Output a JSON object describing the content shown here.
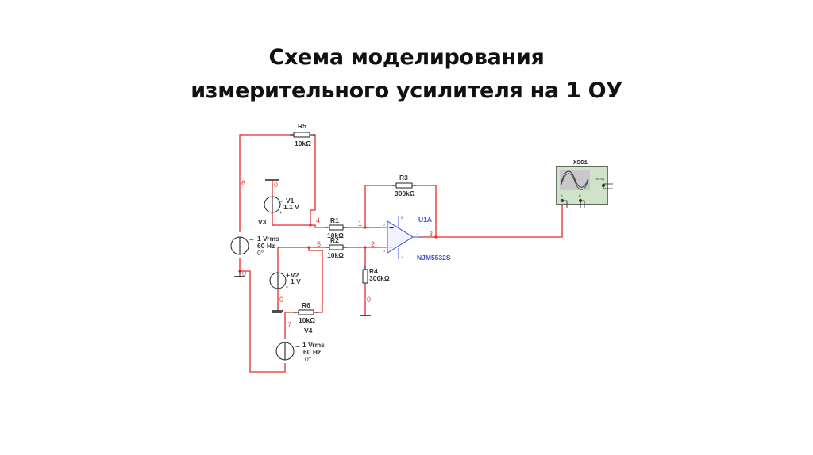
{
  "slide": {
    "title_line1": "Схема моделирования",
    "title_line2": "измерительного усилителя на 1 ОУ"
  },
  "colors": {
    "wire": "#e32b2b",
    "component": "#222222",
    "opamp": "#3a4fd0",
    "scope_body": "#cfe3c8"
  },
  "components": {
    "R5": {
      "name": "R5",
      "value": "10kΩ"
    },
    "R3": {
      "name": "R3",
      "value": "300kΩ"
    },
    "R1": {
      "name": "R1",
      "value": "10kΩ"
    },
    "R2": {
      "name": "R2",
      "value": "10kΩ"
    },
    "R4": {
      "name": "R4",
      "value": "300kΩ"
    },
    "R6": {
      "name": "R6",
      "value": "10kΩ"
    },
    "V1": {
      "name": "V1",
      "value": "1.1 V"
    },
    "V2": {
      "name": "V2",
      "value": "1 V"
    },
    "V3": {
      "name": "V3",
      "amplitude": "1 Vrms",
      "frequency": "60 Hz",
      "phase": "0°"
    },
    "V4": {
      "name": "V4",
      "amplitude": "1 Vrms",
      "frequency": "60 Hz",
      "phase": "0°"
    },
    "U1A": {
      "name": "U1A",
      "model": "NJM5532S"
    },
    "XSC1": {
      "name": "XSC1",
      "ext_trig": "Ext Trig",
      "channel_a": "A",
      "channel_b": "B"
    }
  },
  "nodes": {
    "n0": "0",
    "n1": "1",
    "n2": "2",
    "n3": "3",
    "n4": "4",
    "n5": "5",
    "n6": "6",
    "n7": "7"
  },
  "opamp_pins": {
    "pin_vplus": "8",
    "pin_inv": "2",
    "pin_noninv": "3",
    "pin_out": "1",
    "pin_vminus": "4",
    "minus_sign": "−",
    "plus_sign": "+"
  }
}
